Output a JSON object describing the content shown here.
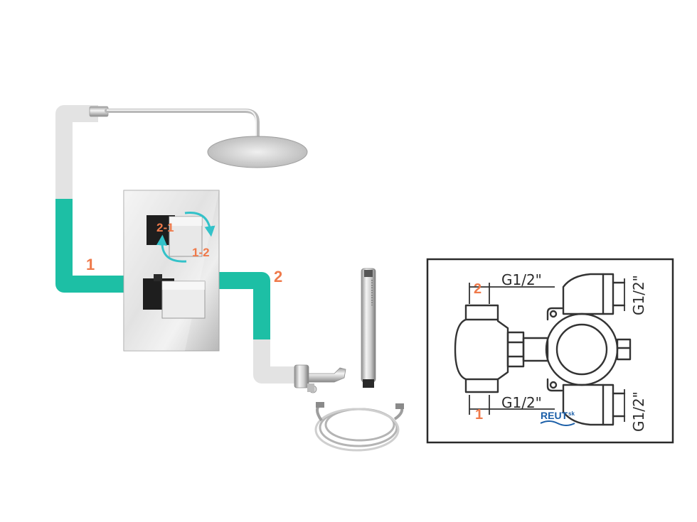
{
  "callouts": {
    "inlet_1": "1",
    "inlet_2": "2",
    "rotation_a": "2-1",
    "rotation_b": "1-2"
  },
  "drawing": {
    "top_number": "2",
    "top_thread": "G1/2\"",
    "bottom_number": "1",
    "bottom_thread": "G1/2\"",
    "right_top_thread": "G1/2\"",
    "right_bottom_thread": "G1/2\"",
    "logo": "REUT",
    "logo_suffix": "sk"
  },
  "colors": {
    "pipe_active": "#1dbfa5",
    "pipe_idle": "#e3e3e3",
    "callout": "#ef7a4b",
    "arrow": "#33c2c9",
    "line_art": "#333333",
    "logo": "#1b5fa8"
  },
  "icons": [
    "shower-head-icon",
    "thermostatic-mixer-icon",
    "hand-shower-icon",
    "wall-outlet-icon",
    "hose-icon"
  ]
}
